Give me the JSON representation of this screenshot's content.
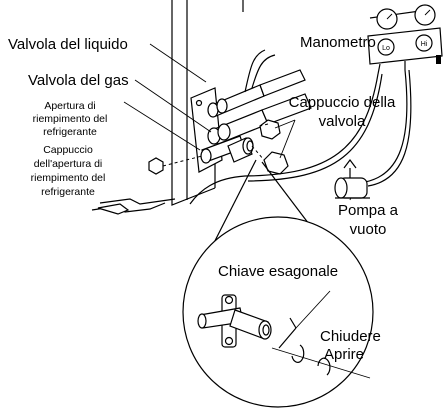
{
  "labels": {
    "liquid_valve": "Valvola del liquido",
    "gas_valve": "Valvola del gas",
    "charging_port_1": "Apertura di",
    "charging_port_2": "riempimento del",
    "charging_port_3": "refrigerante",
    "port_cap_1": "Cappuccio",
    "port_cap_2": "dell'apertura di",
    "port_cap_3": "riempimento del",
    "port_cap_4": "refrigerante",
    "gauge": "Manometro",
    "gauge_lo": "Lo",
    "gauge_hi": "Hi",
    "valve_cap_1": "Cappuccio della",
    "valve_cap_2": "valvola",
    "pump_1": "Pompa a",
    "pump_2": "vuoto",
    "hex_key": "Chiave esagonale",
    "close": "Chiudere",
    "open": "Aprire"
  }
}
